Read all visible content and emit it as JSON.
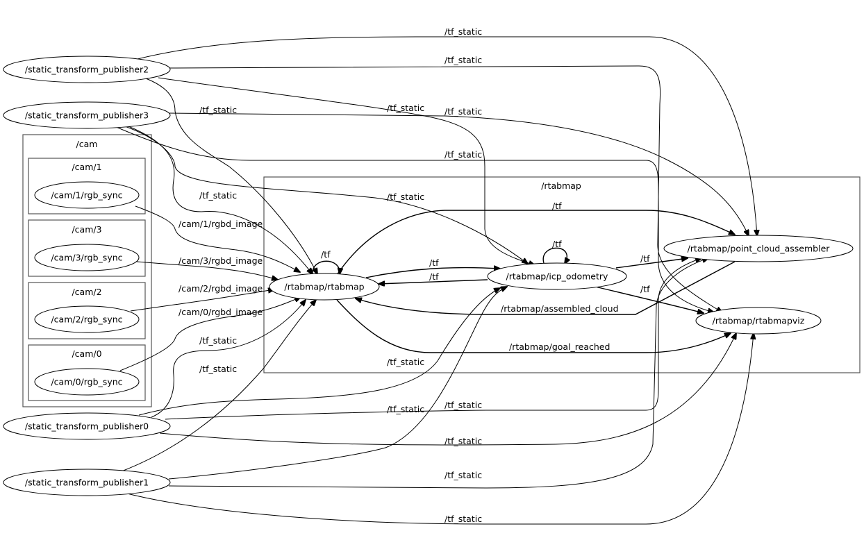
{
  "graph": {
    "type": "ros-node-graph",
    "clusters": [
      {
        "id": "cam",
        "label": "/cam"
      },
      {
        "id": "cam1",
        "label": "/cam/1"
      },
      {
        "id": "cam3",
        "label": "/cam/3"
      },
      {
        "id": "cam2",
        "label": "/cam/2"
      },
      {
        "id": "cam0",
        "label": "/cam/0"
      },
      {
        "id": "rtabmap",
        "label": "/rtabmap"
      }
    ],
    "nodes": [
      {
        "id": "stp2",
        "label": "/static_transform_publisher2"
      },
      {
        "id": "stp3",
        "label": "/static_transform_publisher3"
      },
      {
        "id": "cam1sync",
        "label": "/cam/1/rgb_sync"
      },
      {
        "id": "cam3sync",
        "label": "/cam/3/rgb_sync"
      },
      {
        "id": "cam2sync",
        "label": "/cam/2/rgb_sync"
      },
      {
        "id": "cam0sync",
        "label": "/cam/0/rgb_sync"
      },
      {
        "id": "stp0",
        "label": "/static_transform_publisher0"
      },
      {
        "id": "stp1",
        "label": "/static_transform_publisher1"
      },
      {
        "id": "rtabmap",
        "label": "/rtabmap/rtabmap"
      },
      {
        "id": "icp",
        "label": "/rtabmap/icp_odometry"
      },
      {
        "id": "pca",
        "label": "/rtabmap/point_cloud_assembler"
      },
      {
        "id": "viz",
        "label": "/rtabmap/rtabmapviz"
      }
    ],
    "edge_labels": [
      "/tf_static",
      "/tf_static",
      "/tf_static",
      "/tf_static",
      "/tf_static",
      "/tf_static",
      "/tf_static",
      "/cam/1/rgbd_image",
      "/tf_static",
      "/tf",
      "/cam/3/rgbd_image",
      "/tf",
      "/tf",
      "/tf",
      "/tf",
      "/tf",
      "/cam/2/rgbd_image",
      "/tf",
      "/rtabmap/assembled_cloud",
      "/cam/0/rgbd_image",
      "/tf_static",
      "/rtabmap/goal_reached",
      "/tf_static",
      "/tf_static",
      "/tf_static",
      "/tf_static",
      "/tf_static",
      "/tf_static",
      "/tf_static"
    ],
    "edges": [
      {
        "from": "stp2",
        "to": "pca",
        "topic": "/tf_static"
      },
      {
        "from": "stp2",
        "to": "viz",
        "topic": "/tf_static"
      },
      {
        "from": "stp2",
        "to": "icp",
        "topic": "/tf_static"
      },
      {
        "from": "stp2",
        "to": "rtabmap",
        "topic": "/tf_static"
      },
      {
        "from": "stp3",
        "to": "pca",
        "topic": "/tf_static"
      },
      {
        "from": "stp3",
        "to": "viz",
        "topic": "/tf_static"
      },
      {
        "from": "stp3",
        "to": "icp",
        "topic": "/tf_static"
      },
      {
        "from": "stp3",
        "to": "rtabmap",
        "topic": "/tf_static"
      },
      {
        "from": "cam1sync",
        "to": "rtabmap",
        "topic": "/cam/1/rgbd_image"
      },
      {
        "from": "cam3sync",
        "to": "rtabmap",
        "topic": "/cam/3/rgbd_image"
      },
      {
        "from": "cam2sync",
        "to": "rtabmap",
        "topic": "/cam/2/rgbd_image"
      },
      {
        "from": "cam0sync",
        "to": "rtabmap",
        "topic": "/cam/0/rgbd_image"
      },
      {
        "from": "rtabmap",
        "to": "rtabmap",
        "topic": "/tf"
      },
      {
        "from": "rtabmap",
        "to": "icp",
        "topic": "/tf"
      },
      {
        "from": "icp",
        "to": "rtabmap",
        "topic": "/tf"
      },
      {
        "from": "rtabmap",
        "to": "pca",
        "topic": "/tf"
      },
      {
        "from": "icp",
        "to": "icp",
        "topic": "/tf"
      },
      {
        "from": "icp",
        "to": "pca",
        "topic": "/tf"
      },
      {
        "from": "icp",
        "to": "viz",
        "topic": "/tf"
      },
      {
        "from": "pca",
        "to": "rtabmap",
        "topic": "/rtabmap/assembled_cloud"
      },
      {
        "from": "rtabmap",
        "to": "viz",
        "topic": "/rtabmap/goal_reached"
      },
      {
        "from": "stp0",
        "to": "rtabmap",
        "topic": "/tf_static"
      },
      {
        "from": "stp0",
        "to": "icp",
        "topic": "/tf_static"
      },
      {
        "from": "stp0",
        "to": "pca",
        "topic": "/tf_static"
      },
      {
        "from": "stp0",
        "to": "viz",
        "topic": "/tf_static"
      },
      {
        "from": "stp1",
        "to": "rtabmap",
        "topic": "/tf_static"
      },
      {
        "from": "stp1",
        "to": "icp",
        "topic": "/tf_static"
      },
      {
        "from": "stp1",
        "to": "pca",
        "topic": "/tf_static"
      },
      {
        "from": "stp1",
        "to": "viz",
        "topic": "/tf_static"
      }
    ]
  }
}
